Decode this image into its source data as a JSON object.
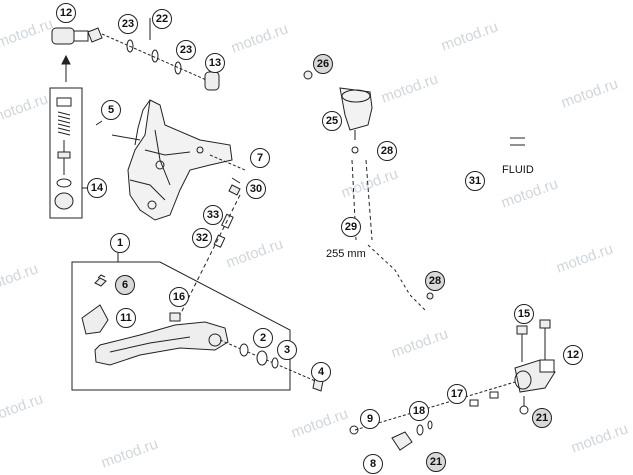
{
  "watermark_text": "motod.ru",
  "callouts": {
    "c1": "1",
    "c2": "2",
    "c3": "3",
    "c4": "4",
    "c5": "5",
    "c6": "6",
    "c7": "7",
    "c8": "8",
    "c9": "9",
    "c11": "11",
    "c12a": "12",
    "c12b": "12",
    "c13": "13",
    "c14": "14",
    "c15": "15",
    "c16": "16",
    "c17": "17",
    "c18": "18",
    "c21a": "21",
    "c21b": "21",
    "c22": "22",
    "c23a": "23",
    "c23b": "23",
    "c25": "25",
    "c26": "26",
    "c28a": "28",
    "c28b": "28",
    "c29": "29",
    "c30": "30",
    "c31": "31",
    "c32": "32",
    "c33": "33"
  },
  "labels": {
    "fluid": "FLUID",
    "hose_length": "255 mm"
  },
  "colors": {
    "line": "#222222",
    "callout_fill": "#ffffff",
    "callout_shaded": "#d9d9d9",
    "part_fill": "#eeeeee",
    "watermark": "#cfd6dc"
  }
}
